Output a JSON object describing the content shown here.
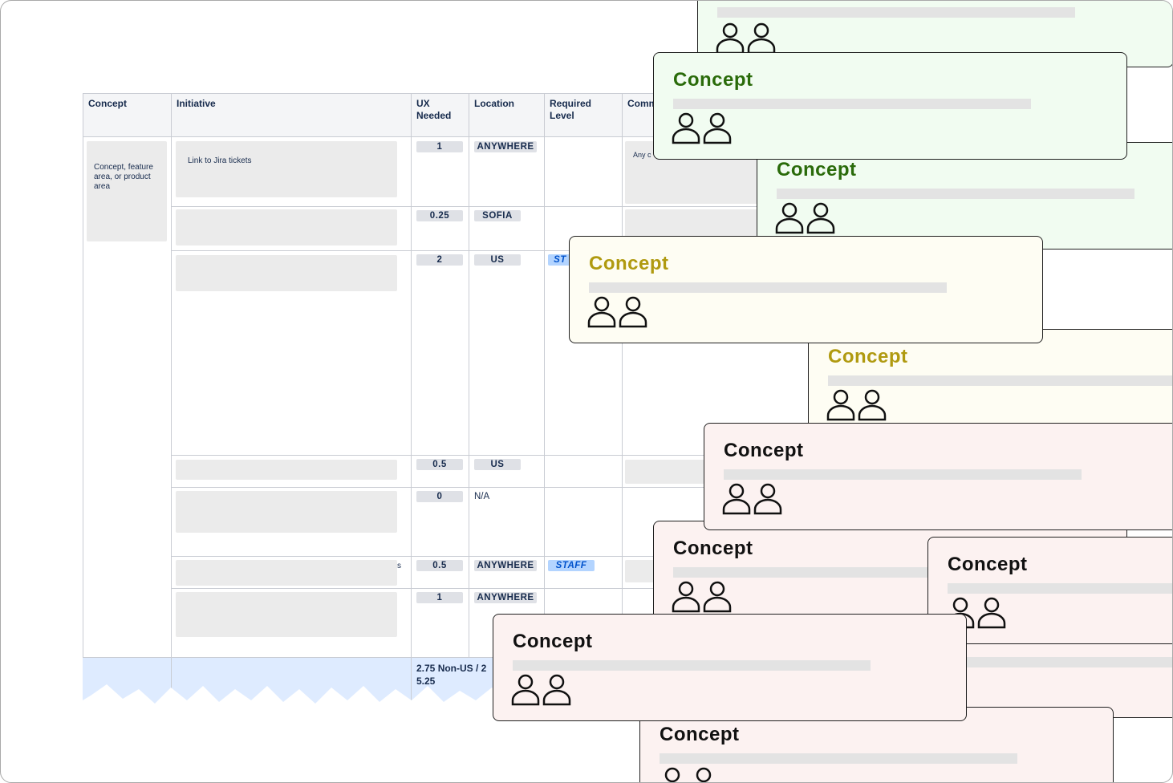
{
  "table": {
    "headers": {
      "concept": "Concept",
      "initiative": "Initiative",
      "ux_needed": "UX\nNeeded",
      "location": "Location",
      "required_level": "Required\nLevel",
      "comments": "Comm"
    },
    "concept_cell": "Concept, feature area, or product area",
    "initiative_first": "Link to Jira tickets",
    "comments_first": "Any c",
    "rows": [
      {
        "ux": "1",
        "location": "ANYWHERE",
        "level": ""
      },
      {
        "ux": "0.25",
        "location": "SOFIA",
        "level": ""
      },
      {
        "ux": "2",
        "location": "US",
        "level": "ST"
      },
      {
        "ux": "0.5",
        "location": "US",
        "level": ""
      },
      {
        "ux": "0",
        "location": "N/A",
        "level": ""
      },
      {
        "ux": "0.5",
        "location": "ANYWHERE",
        "level": "STAFF"
      },
      {
        "ux": "1",
        "location": "ANYWHERE",
        "level": ""
      }
    ],
    "row6_fragment": "s",
    "row7_fragment": "",
    "total_line1": "2.75 Non-US / 2",
    "total_line2": "5.25"
  },
  "cards": [
    {
      "title": "",
      "color": "green"
    },
    {
      "title": "Concept",
      "color": "green"
    },
    {
      "title": "Concept",
      "color": "green"
    },
    {
      "title": "Concept",
      "color": "yellow"
    },
    {
      "title": "Concept",
      "color": "yellow"
    },
    {
      "title": "Concept",
      "color": "pink"
    },
    {
      "title": "Concept",
      "color": "pink"
    },
    {
      "title": "Concept",
      "color": "pink"
    },
    {
      "title": "Concept",
      "color": "pink"
    },
    {
      "title": "Concept",
      "color": "pink"
    }
  ],
  "colors": {
    "green_title": "#2a6b0a",
    "yellow_title": "#b09a10",
    "pink_title": "#111111",
    "total_row_bg": "#deebff"
  }
}
